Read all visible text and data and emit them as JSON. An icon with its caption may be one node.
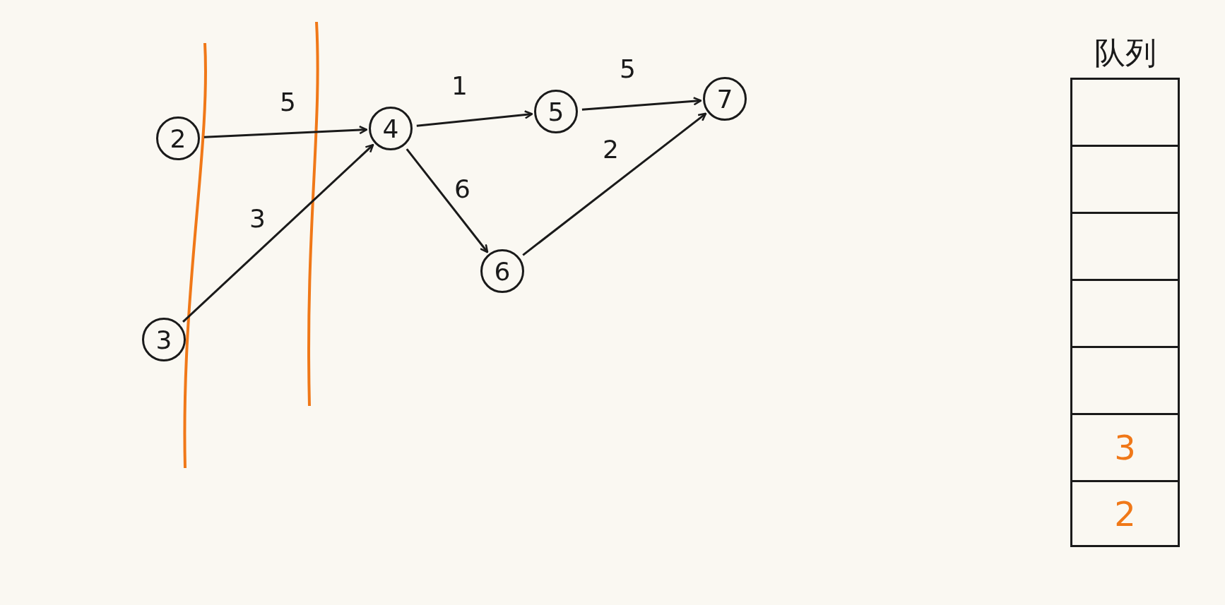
{
  "diagram": {
    "nodes": [
      {
        "text": [
          "2"
        ]
      },
      {
        "text": [
          "4"
        ]
      },
      {
        "text": [
          "5"
        ]
      },
      {
        "text": [
          "7"
        ]
      },
      {
        "text": [
          "6"
        ]
      },
      {
        "text": [
          "3"
        ]
      },
      {
        "text": [
          "队列"
        ]
      },
      {
        "text": [],
        "shape": "box",
        "in": 6
      },
      {
        "text": [],
        "shape": "box",
        "in": 6
      },
      {
        "text": [],
        "shape": "box",
        "in": 6
      },
      {
        "text": [],
        "shape": "box",
        "in": 6
      },
      {
        "text": [],
        "shape": "box",
        "in": 6
      },
      {
        "text": [
          "3"
        ],
        "in": 6
      },
      {
        "text": [
          "2"
        ],
        "in": 6
      }
    ],
    "edges": [
      {
        "from": 0,
        "to": 1,
        "arrow": "to",
        "label": "5"
      },
      {
        "from": 1,
        "to": 2,
        "arrow": "to",
        "label": "1"
      },
      {
        "from": 2,
        "to": 3,
        "arrow": "to",
        "label": "5"
      },
      {
        "from": 1,
        "to": 4,
        "arrow": "to",
        "label": "6"
      },
      {
        "from": 4,
        "to": 3,
        "arrow": "to",
        "label": "2"
      },
      {
        "from": 5,
        "to": 1,
        "arrow": "to",
        "label": "3"
      }
    ]
  }
}
